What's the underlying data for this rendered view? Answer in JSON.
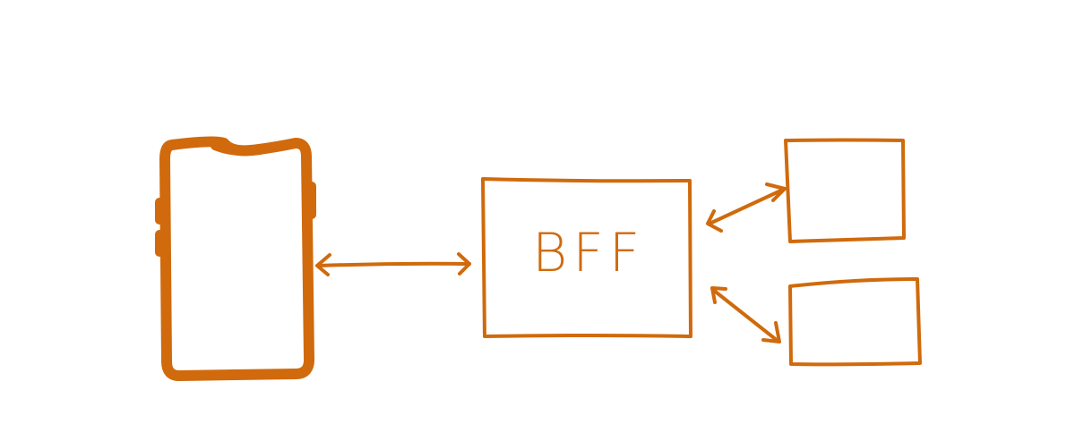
{
  "diagram": {
    "title": "",
    "stroke_color": "#d06a0c",
    "background": "#ffffff",
    "nodes": [
      {
        "id": "mobile-device",
        "label": "",
        "shape": "phone"
      },
      {
        "id": "bff",
        "label": "BFF",
        "shape": "rectangle"
      },
      {
        "id": "service-1",
        "label": "",
        "shape": "rectangle"
      },
      {
        "id": "service-2",
        "label": "",
        "shape": "rectangle"
      }
    ],
    "edges": [
      {
        "from": "mobile-device",
        "to": "bff",
        "direction": "bidirectional"
      },
      {
        "from": "bff",
        "to": "service-1",
        "direction": "bidirectional"
      },
      {
        "from": "bff",
        "to": "service-2",
        "direction": "bidirectional"
      }
    ]
  }
}
